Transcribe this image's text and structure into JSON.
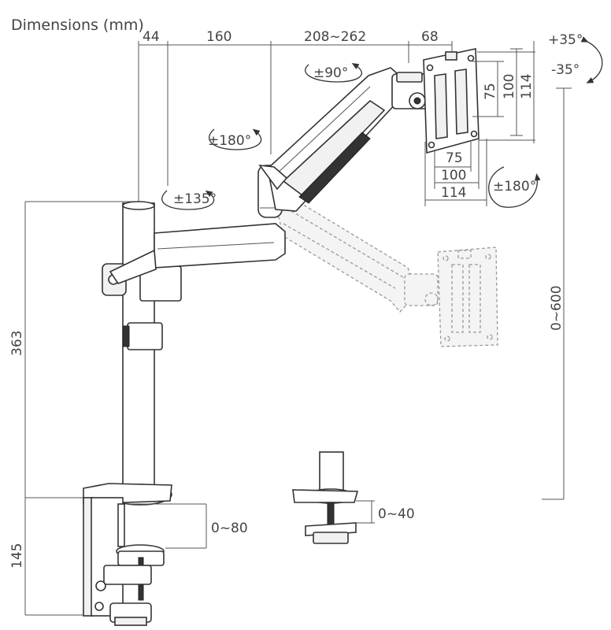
{
  "title": "Dimensions (mm)",
  "top_dims": {
    "d1": "44",
    "d2": "160",
    "d3": "208~262",
    "d4": "68"
  },
  "vesa": {
    "v75": "75",
    "v100": "100",
    "v114": "114"
  },
  "rotations": {
    "tilt_up": "+35°",
    "tilt_down": "-35°",
    "swivel_90": "±90°",
    "swivel_180": "±180°",
    "swivel_135": "±135°",
    "rotate_180": "±180°"
  },
  "heights": {
    "pole": "363",
    "base": "145",
    "range": "0~600"
  },
  "clamp": {
    "desk_range": "0~80",
    "grommet_range": "0~40"
  }
}
